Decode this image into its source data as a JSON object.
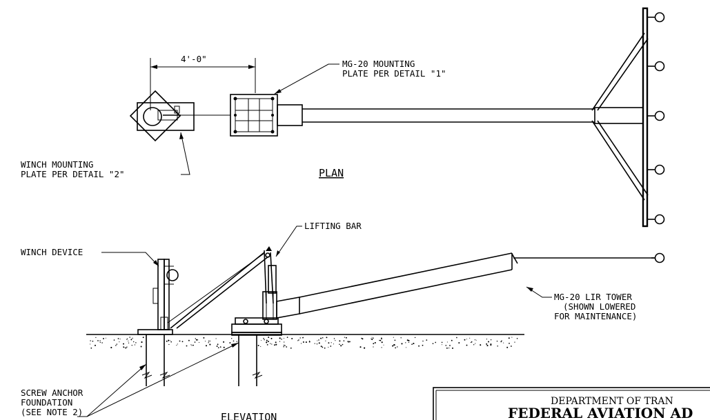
{
  "views": {
    "plan_title": "PLAN",
    "elevation_title": "ELEVATION"
  },
  "dimensions": {
    "spacing": "4'-0\""
  },
  "callouts": {
    "mounting_plate_line1": "MG-20 MOUNTING",
    "mounting_plate_line2": "PLATE PER DETAIL \"1\"",
    "winch_plate_line1": "WINCH MOUNTING",
    "winch_plate_line2": "PLATE PER DETAIL \"2\"",
    "winch_device": "WINCH DEVICE",
    "lifting_bar": "LIFTING BAR",
    "tower_line1": "MG-20 LIR TOWER",
    "tower_line2": "(SHOWN LOWERED",
    "tower_line3": "FOR MAINTENANCE)",
    "anchor_line1": "SCREW ANCHOR",
    "anchor_line2": "FOUNDATION",
    "anchor_line3": "(SEE NOTE 2)"
  },
  "title_block": {
    "line1": "DEPARTMENT OF TRAN",
    "line2": "FEDERAL AVIATION AD"
  }
}
